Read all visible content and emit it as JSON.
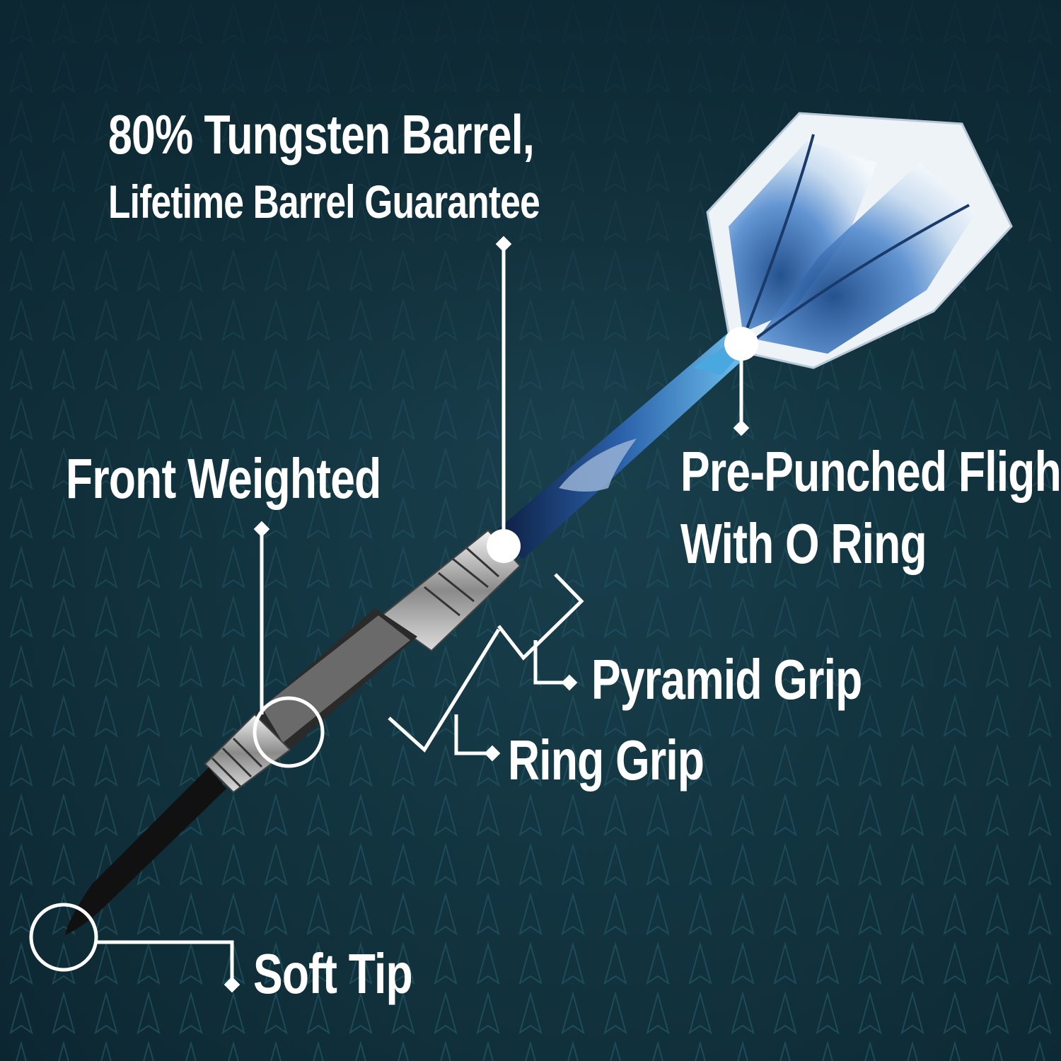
{
  "callouts": {
    "barrel_line1": "80% Tungsten Barrel,",
    "barrel_line2": "Lifetime Barrel Guarantee",
    "front_weighted": "Front Weighted",
    "flight_line1": "Pre-Punched Flight",
    "flight_line2": "With O Ring",
    "pyramid_grip": "Pyramid Grip",
    "ring_grip": "Ring Grip",
    "soft_tip": "Soft Tip"
  },
  "colors": {
    "background": "#143844",
    "callout_line": "#ffffff",
    "text": "#ffffff",
    "shaft_blue": "#3a8fd0",
    "flight_blue": "#2f6bb0",
    "barrel_silver": "#c9c9c9"
  }
}
